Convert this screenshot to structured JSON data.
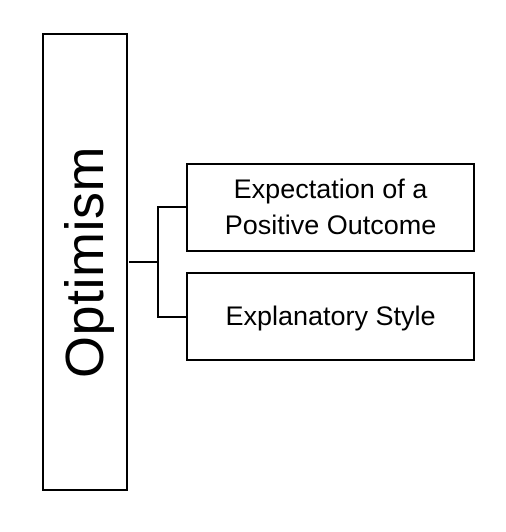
{
  "diagram": {
    "root": {
      "label": "Optimism"
    },
    "children": [
      {
        "label": "Expectation of a Positive Outcome"
      },
      {
        "label": "Explanatory Style"
      }
    ]
  }
}
